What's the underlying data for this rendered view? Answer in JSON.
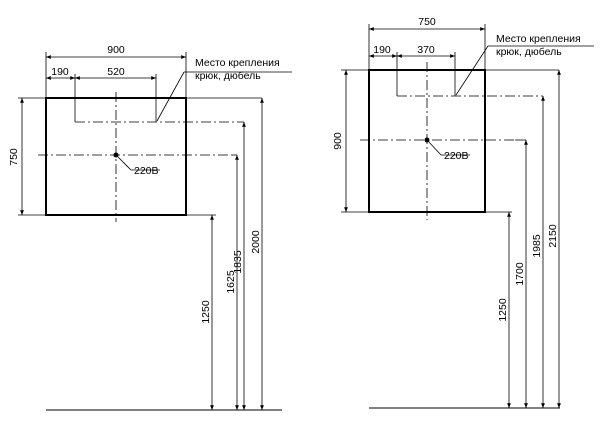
{
  "left": {
    "width_total": "900",
    "offset": "190",
    "spacing": "520",
    "height": "750",
    "socket": "220В",
    "note_line1": "Место крепления",
    "note_line2": "крюк, дюбель",
    "h_1250": "1250",
    "h_1625": "1625",
    "h_1835": "1835",
    "h_2000": "2000"
  },
  "right": {
    "width_total": "750",
    "offset": "190",
    "spacing": "370",
    "height": "900",
    "socket": "220В",
    "note_line1": "Место крепления",
    "note_line2": "крюк, дюбель",
    "h_1250": "1250",
    "h_1700": "1700",
    "h_1985": "1985",
    "h_2150": "2150"
  }
}
